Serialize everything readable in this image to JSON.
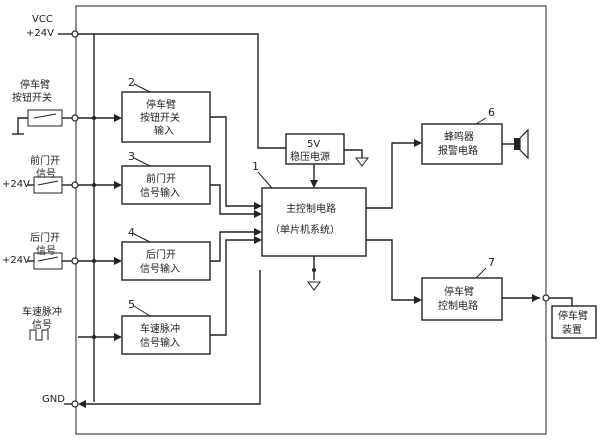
{
  "labels": {
    "vcc": "VCC",
    "vcc_v": "+24V",
    "gnd": "GND",
    "brake_switch_l1": "停车臂",
    "brake_switch_l2": "按钮开关",
    "front_door_l1": "前门开",
    "front_door_l2": "信号",
    "front_door_v": "+24V",
    "rear_door_l1": "后门开",
    "rear_door_l2": "信号",
    "rear_door_v": "+24V",
    "speed_l1": "车速脉冲",
    "speed_l2": "信号"
  },
  "blocks": {
    "b2_l1": "停车臂",
    "b2_l2": "按钮开关",
    "b2_l3": "输入",
    "b2_num": "2",
    "b3_l1": "前门开",
    "b3_l2": "信号输入",
    "b3_num": "3",
    "b4_l1": "后门开",
    "b4_l2": "信号输入",
    "b4_num": "4",
    "b5_l1": "车速脉冲",
    "b5_l2": "信号输入",
    "b5_num": "5",
    "psu_l1": "5V",
    "psu_l2": "稳压电源",
    "main_l1": "主控制电路",
    "main_l2": "（单片机系统）",
    "main_num": "1",
    "buzzer_l1": "蜂鸣器",
    "buzzer_l2": "报警电路",
    "buzzer_num": "6",
    "ctrl_l1": "停车臂",
    "ctrl_l2": "控制电路",
    "ctrl_num": "7",
    "device_l1": "停车臂",
    "device_l2": "装置"
  }
}
